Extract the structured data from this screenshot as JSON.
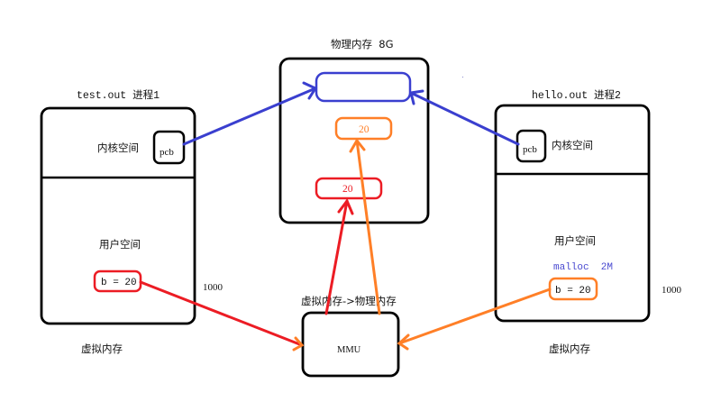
{
  "colors": {
    "outline": "#000000",
    "blue": "#3a3fcf",
    "red": "#ec1c24",
    "orange": "#ff7f27",
    "malloc_text": "#4a4ad0"
  },
  "physical_memory": {
    "title": "物理内存  8G",
    "orange_cell_value": "20",
    "red_cell_value": "20",
    "blue_cell_value": ""
  },
  "process1": {
    "title": "test.out 进程1",
    "kernel_space_label": "内核空间",
    "pcb_label": "pcb",
    "user_space_label": "用户空间",
    "variable_label": "b = 20",
    "address_label": "1000",
    "caption": "虚拟内存"
  },
  "process2": {
    "title": "hello.out 进程2",
    "kernel_space_label": "内核空间",
    "pcb_label": "pcb",
    "user_space_label": "用户空间",
    "malloc_label": "malloc  2M",
    "variable_label": "b = 20",
    "address_label": "1000",
    "caption": "虚拟内存"
  },
  "mmu": {
    "caption": "虚拟内存->物理内存",
    "label": "MMU"
  },
  "arrows": [
    {
      "from": "process1.pcb",
      "to": "physical_memory.blue_cell",
      "color": "blue"
    },
    {
      "from": "process2.pcb",
      "to": "physical_memory.blue_cell",
      "color": "blue"
    },
    {
      "from": "process1.variable",
      "to": "mmu",
      "color": "red"
    },
    {
      "from": "mmu",
      "to": "physical_memory.red_cell",
      "color": "red"
    },
    {
      "from": "process2.variable",
      "to": "mmu",
      "color": "orange"
    },
    {
      "from": "mmu",
      "to": "physical_memory.orange_cell",
      "color": "orange"
    }
  ]
}
